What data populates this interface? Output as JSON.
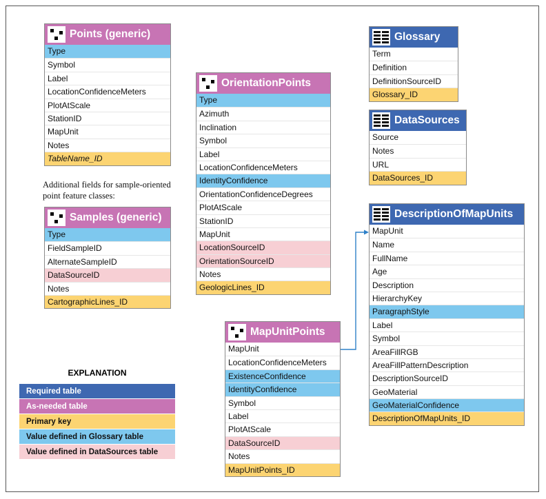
{
  "tables": {
    "points": {
      "title": "Points (generic)",
      "icon": "point-features-icon",
      "fields": [
        "Type",
        "Symbol",
        "Label",
        "LocationConfidenceMeters",
        "PlotAtScale",
        "StationID",
        "MapUnit",
        "Notes",
        "TableName_ID"
      ]
    },
    "samples_note": "Additional fields for sample-oriented point feature classes:",
    "samples": {
      "title": "Samples (generic)",
      "icon": "point-features-icon",
      "fields": [
        "Type",
        "FieldSampleID",
        "AlternateSampleID",
        "DataSourceID",
        "Notes",
        "CartographicLines_ID"
      ]
    },
    "orientation": {
      "title": "OrientationPoints",
      "icon": "point-features-icon",
      "fields": [
        "Type",
        "Azimuth",
        "Inclination",
        "Symbol",
        "Label",
        "LocationConfidenceMeters",
        "IdentityConfidence",
        "OrientationConfidenceDegrees",
        "PlotAtScale",
        "StationID",
        "MapUnit",
        "LocationSourceID",
        "OrientationSourceID",
        "Notes",
        "GeologicLines_ID"
      ]
    },
    "mapunitpoints": {
      "title": "MapUnitPoints",
      "icon": "point-features-icon",
      "fields": [
        "MapUnit",
        "LocationConfidenceMeters",
        "ExistenceConfidence",
        "IdentityConfidence",
        "Symbol",
        "Label",
        "PlotAtScale",
        "DataSourceID",
        "Notes",
        "MapUnitPoints_ID"
      ]
    },
    "glossary": {
      "title": "Glossary",
      "icon": "table-icon",
      "fields": [
        "Term",
        "Definition",
        "DefinitionSourceID",
        "Glossary_ID"
      ]
    },
    "datasources": {
      "title": "DataSources",
      "icon": "table-icon",
      "fields": [
        "Source",
        "Notes",
        "URL",
        "DataSources_ID"
      ]
    },
    "dmu": {
      "title": "DescriptionOfMapUnits",
      "icon": "table-icon",
      "fields": [
        "MapUnit",
        "Name",
        "FullName",
        "Age",
        "Description",
        "HierarchyKey",
        "ParagraphStyle",
        "Label",
        "Symbol",
        "AreaFillRGB",
        "AreaFillPatternDescription",
        "DescriptionSourceID",
        "GeoMaterial",
        "GeoMaterialConfidence",
        "DescriptionOfMapUnits_ID"
      ]
    }
  },
  "explanation": {
    "title": "EXPLANATION",
    "items": [
      "Required table",
      "As-needed table",
      "Primary key",
      "Value defined in Glossary table",
      "Value defined in DataSources table"
    ]
  },
  "colors": {
    "required": "#3e68b1",
    "as_needed": "#c774b4",
    "primary_key": "#fcd472",
    "glossary_value": "#7ec8ee",
    "datasources_value": "#f7cfd4"
  }
}
